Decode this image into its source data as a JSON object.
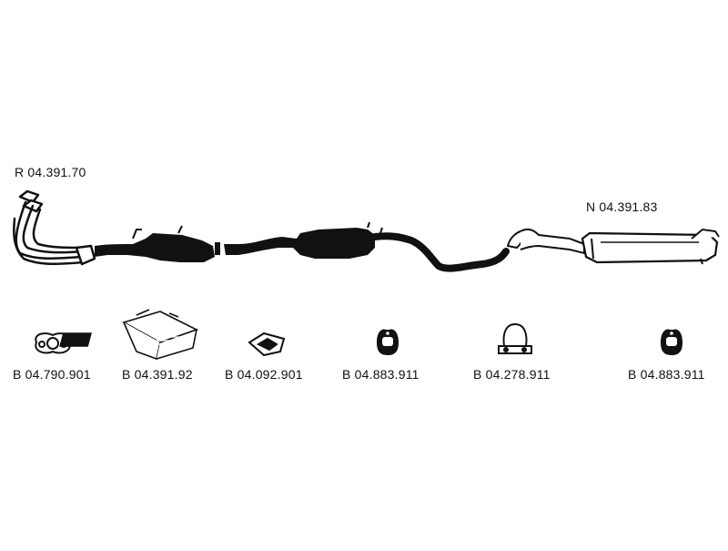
{
  "diagram": {
    "exhaust_parts": [
      {
        "id": "front-pipe",
        "label": "R 04.391.70"
      },
      {
        "id": "rear-muffler",
        "label": "N 04.391.83"
      }
    ],
    "accessories": [
      {
        "id": "flange-gasket",
        "icon": "flange-gasket-icon",
        "label": "B 04.790.901"
      },
      {
        "id": "mounting-kit",
        "icon": "mounting-kit-box-icon",
        "label": "B 04.391.92"
      },
      {
        "id": "gasket",
        "icon": "gasket-icon",
        "label": "B 04.092.901"
      },
      {
        "id": "rubber-hanger-1",
        "icon": "rubber-hanger-icon",
        "label": "B 04.883.911"
      },
      {
        "id": "clamp",
        "icon": "pipe-clamp-icon",
        "label": "B 04.278.911"
      },
      {
        "id": "rubber-hanger-2",
        "icon": "rubber-hanger-icon",
        "label": "B 04.883.911"
      }
    ],
    "colors": {
      "ink": "#111111",
      "background": "#ffffff"
    }
  }
}
